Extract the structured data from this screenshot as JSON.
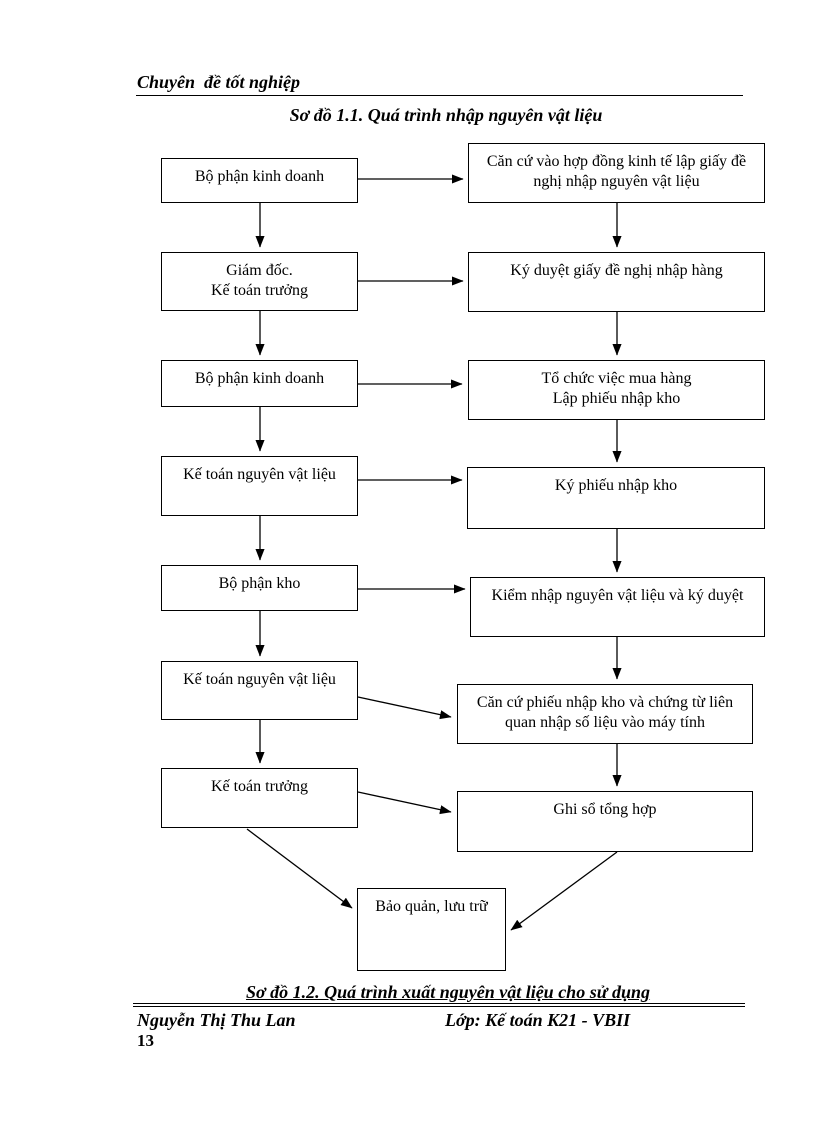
{
  "page": {
    "header": "Chuyên  đề tốt nghiệp",
    "diagram_title": "Sơ đồ 1.1. Quá trình nhập nguyên vật liệu",
    "caption_next": "Sơ đồ 1.2. Quá trình xuất nguyên vật liệu cho sử dụng",
    "footer_author": "Nguyễn Thị Thu Lan",
    "footer_class": "Lớp: Kế toán K21 - VBII",
    "page_number": "13"
  },
  "flowchart": {
    "left_nodes": [
      "Bộ phận kinh  doanh",
      "Giám  đốc.\nKế toán trưởng",
      "Bộ phận kinh  doanh",
      "Kế toán nguyên vật liệu",
      "Bộ phận kho",
      "Kế toán nguyên vật liệu",
      "Kế toán trưởng"
    ],
    "right_nodes": [
      "Căn cứ vào hợp đồng kinh tế lập giấy đề nghị nhập nguyên vật liệu",
      "Ký duyệt giấy đề nghị nhập hàng",
      "Tổ chức việc mua hàng\nLập phiếu nhập kho",
      "Ký phiếu nhập kho",
      "Kiểm nhập nguyên vật liệu và ký duyệt",
      "Căn cứ phiếu nhập kho và chứng từ liên quan nhập số liệu vào máy tính",
      "Ghi sổ tổng hợp"
    ],
    "bottom_node": "Bảo quản, lưu trữ",
    "edges": [
      "left1→right1",
      "left2→right2",
      "left3→right3",
      "left4→right4",
      "left5→right5",
      "left6→right6",
      "left7→right7",
      "left1→left2",
      "left2→left3",
      "left3→left4",
      "left4→left5",
      "left5→left6",
      "left6→left7",
      "right1→right2",
      "right2→right3",
      "right3→right4",
      "right4→right5",
      "right5→right6",
      "right6→right7",
      "left7→bottom",
      "right7→bottom"
    ],
    "line_color": "#000000",
    "box_fill": "#ffffff"
  }
}
